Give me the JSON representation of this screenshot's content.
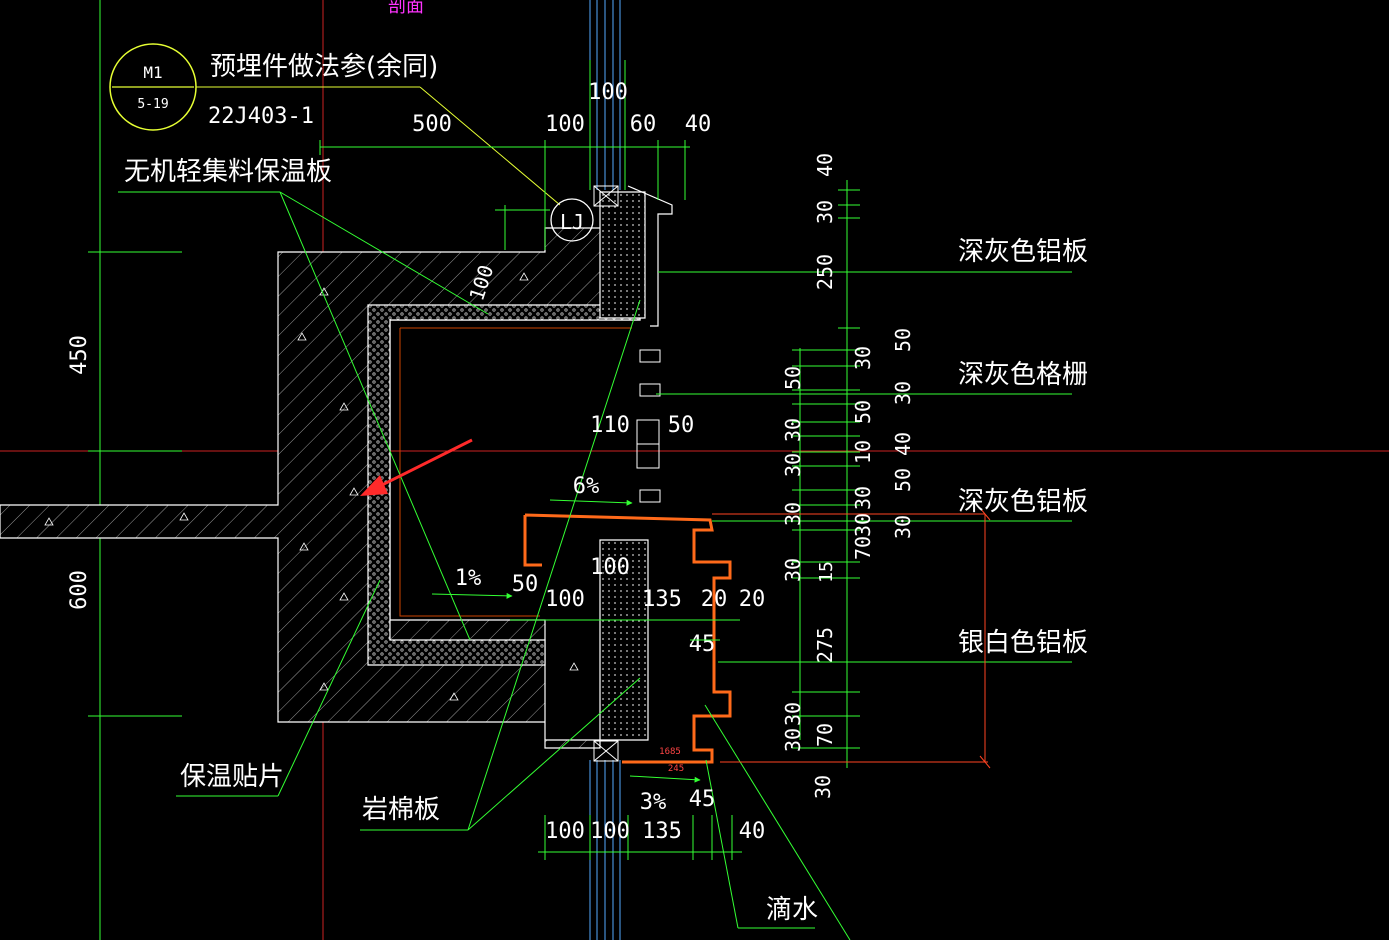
{
  "colors": {
    "background": "#000000",
    "text": "#ffffff",
    "leader": "#33ff33",
    "dimension": "#33ff33",
    "outline": "#ffffff",
    "concrete_hatch": "#ffffff",
    "reference_red": "#cc2222",
    "flashing_orange": "#ff6a1a",
    "glass": "#55aaff",
    "yellow": "#e6ff33",
    "arrow_red": "#ff2a2a"
  },
  "callout": {
    "id": "M1",
    "ref": "5-19",
    "label": "预埋件做法参(余同)",
    "standard": "22J403-1"
  },
  "top_fragment": "剖面",
  "labels": {
    "insulation_board": "无机轻集料保温板",
    "insulation_patch": "保温贴片",
    "rock_wool": "岩棉板",
    "drip": "滴水",
    "dark_gray_panel_1": "深灰色铝板",
    "dark_gray_grille": "深灰色格栅",
    "dark_gray_panel_2": "深灰色铝板",
    "silver_panel": "银白色铝板",
    "embed_mark": "LJ"
  },
  "dims_left": {
    "d450": "450",
    "d600": "600"
  },
  "dims_top": [
    "500",
    "100",
    "100",
    "60",
    "40"
  ],
  "dims_mid": {
    "d100_slab": "100",
    "d110": "110",
    "d50_a": "50",
    "slope_6": "6%",
    "slope_1": "1%",
    "d50_b": "50",
    "d100_c": "100",
    "d100_d": "100",
    "d135_a": "135",
    "d20_a": "20",
    "d20_b": "20",
    "d45_a": "45",
    "d1685": "1685",
    "d245": "245",
    "slope_3": "3%",
    "d45_b": "45"
  },
  "dims_bottom": [
    "100",
    "100",
    "135",
    "40"
  ],
  "dims_right_col1": [
    "50",
    "30",
    "30",
    "30",
    "30",
    "30",
    "30"
  ],
  "dims_right_col2": [
    "40",
    "30",
    "250",
    "30",
    "50",
    "10",
    "30",
    "70",
    "15",
    "275",
    "30",
    "70",
    "30"
  ],
  "dims_right_col3": [
    "50",
    "30",
    "40",
    "50",
    "30"
  ]
}
